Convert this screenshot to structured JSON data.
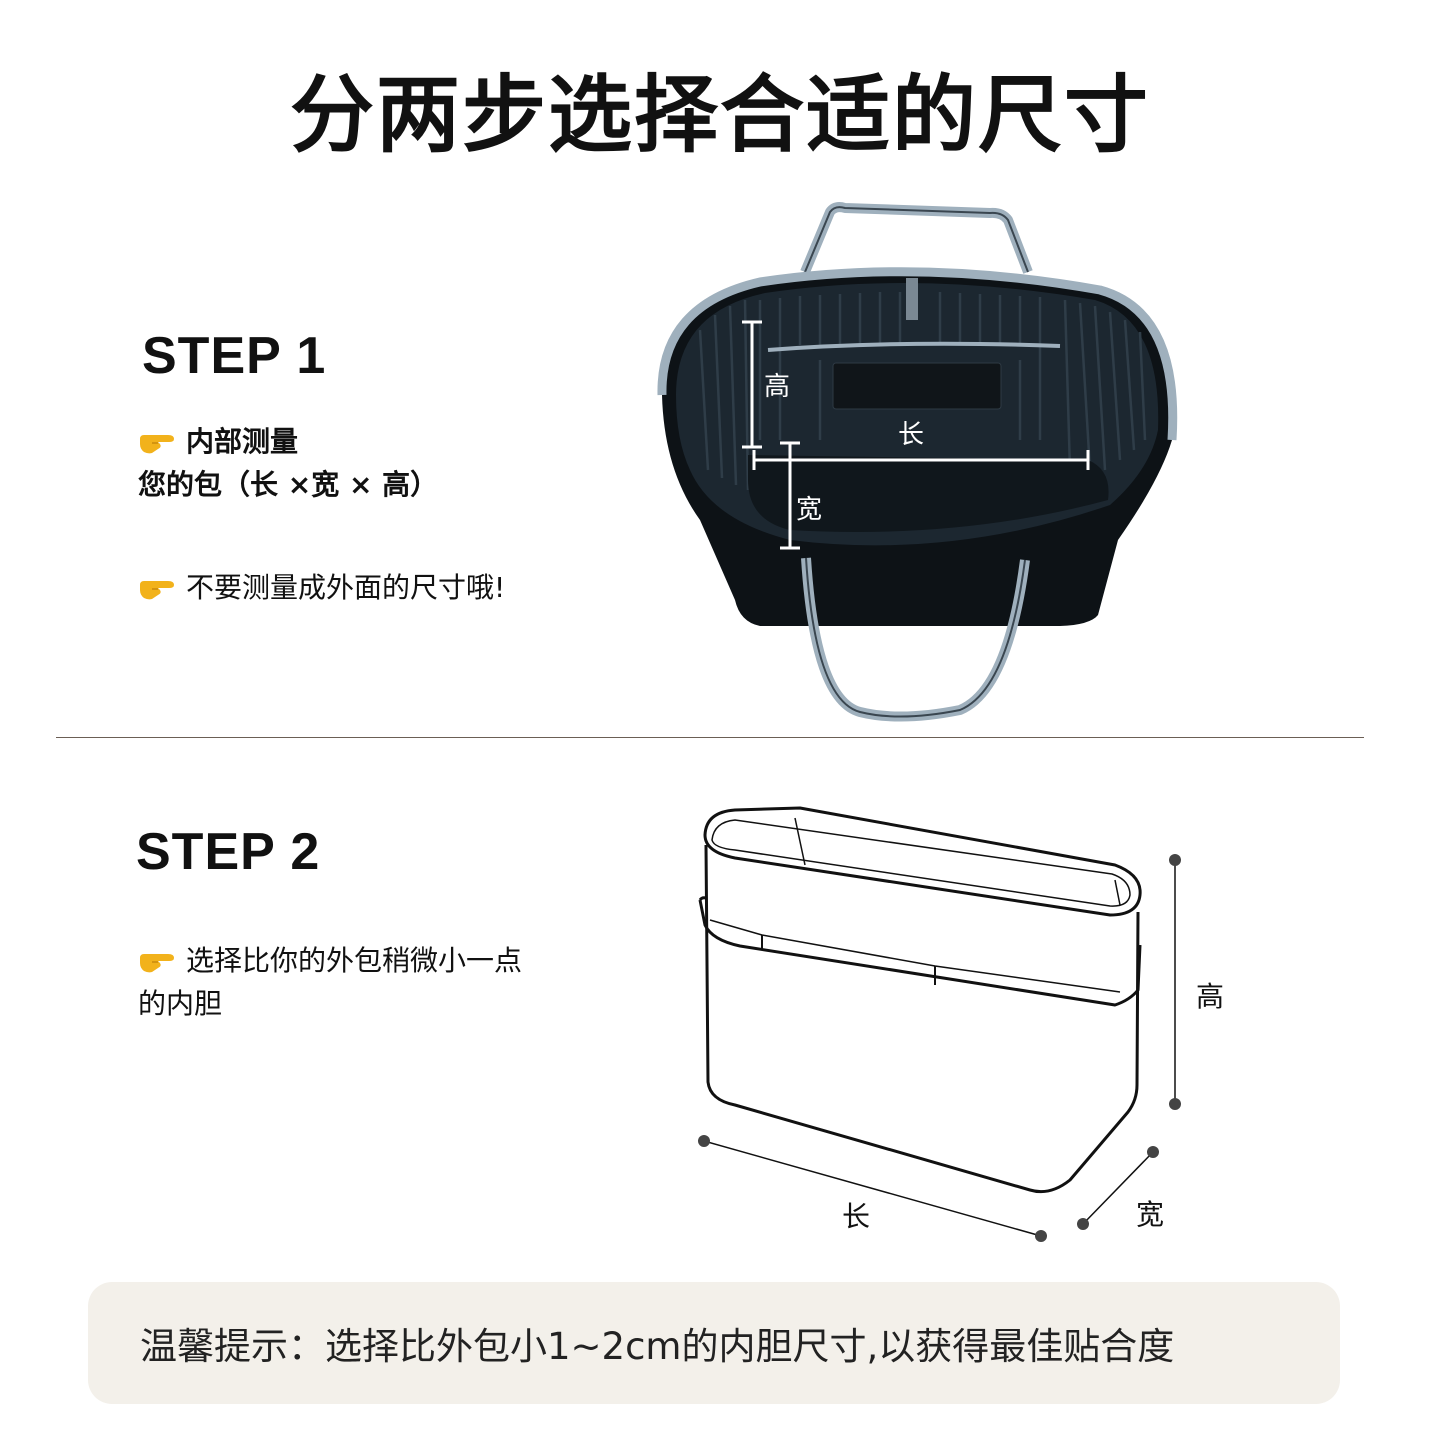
{
  "title": "分两步选择合适的尺寸",
  "step1": {
    "heading": "STEP 1",
    "bullet1_line1": "内部测量",
    "bullet1_line2": "您的包（长 ×宽 × 高）",
    "bullet2": "不要测量成外面的尺寸哦!",
    "diagram": {
      "height_label": "高",
      "length_label": "长",
      "width_label": "宽"
    }
  },
  "step2": {
    "heading": "STEP 2",
    "bullet1_line1": "选择比你的外包稍微小一点",
    "bullet1_line2": "的内胆",
    "diagram": {
      "height_label": "高",
      "length_label": "长",
      "width_label": "宽"
    }
  },
  "tip": "温馨提示：选择比外包小1~2cm的内胆尺寸,以获得最佳贴合度",
  "icons": [
    "pointing-hand-icon",
    "tote-bag-interior-illustration",
    "organizer-insert-illustration"
  ],
  "colors": {
    "hand": "#f2b21b",
    "divider": "#6b5f55",
    "tip_bg": "#f3f0ea",
    "bag_trim": "#9fb0bd"
  }
}
